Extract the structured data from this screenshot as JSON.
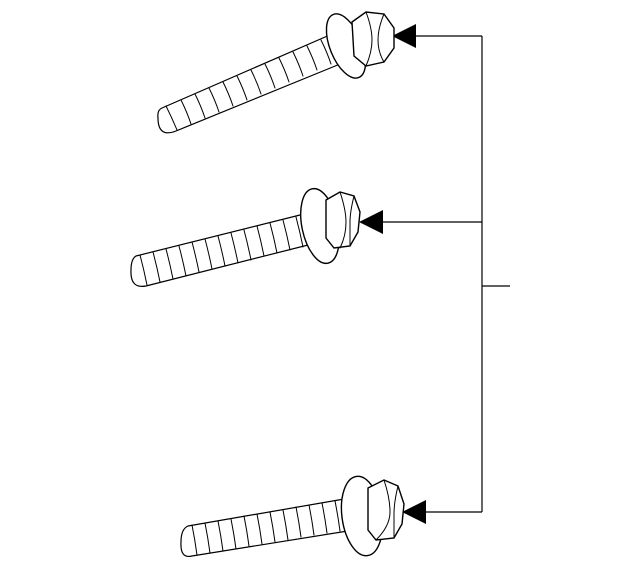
{
  "diagram": {
    "parts": [
      {
        "name": "bolt-top"
      },
      {
        "name": "bolt-middle"
      },
      {
        "name": "bolt-bottom"
      }
    ],
    "callout_label": ""
  }
}
